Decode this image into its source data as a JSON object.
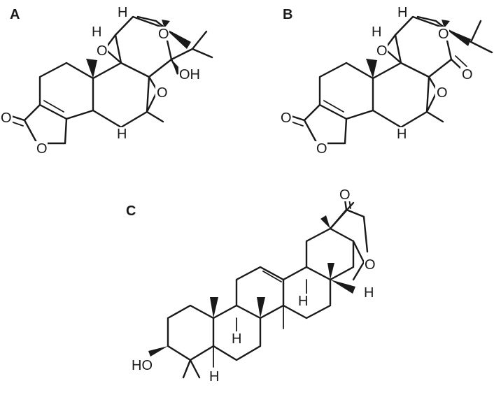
{
  "panels": {
    "a": {
      "label": "A",
      "atoms": {
        "h_epoxide_top": "H",
        "h_epoxide_left": "H",
        "o_epoxide_right": "O",
        "o_epoxide_left": "O",
        "oh": "OH",
        "o_epoxide_mid": "O",
        "o_lactone_carbonyl": "O",
        "o_lactone_ring": "O",
        "h_bottom": "H"
      }
    },
    "b": {
      "label": "B",
      "atoms": {
        "h_epoxide_top": "H",
        "h_epoxide_left": "H",
        "o_epoxide_right": "O",
        "o_epoxide_left": "O",
        "o_ketone": "O",
        "o_epoxide_mid": "O",
        "o_lactone_carbonyl": "O",
        "o_lactone_ring": "O",
        "h_bottom": "H"
      }
    },
    "c": {
      "label": "C",
      "atoms": {
        "o_carbonyl": "O",
        "o_lactone_ring": "O",
        "h_right": "H",
        "h_mid": "H",
        "h_ring_c": "H",
        "ho": "HO",
        "h_ring_a": "H"
      }
    }
  }
}
